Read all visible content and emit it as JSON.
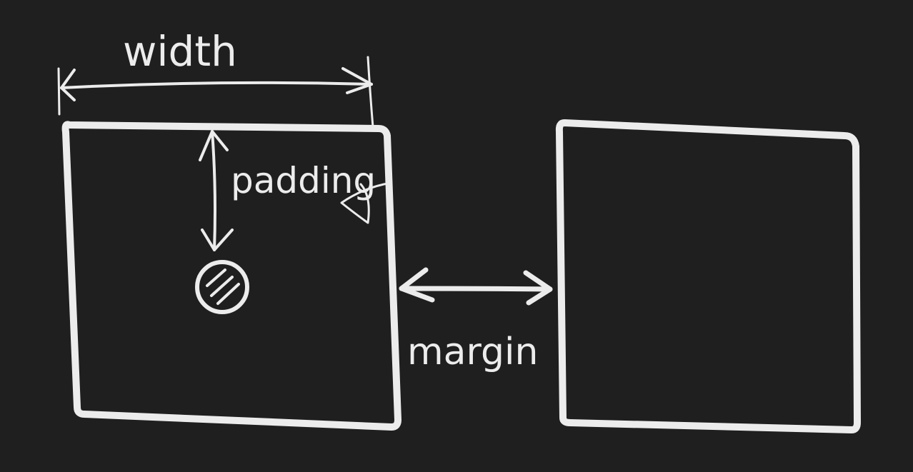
{
  "labels": {
    "width": "width",
    "padding": "padding",
    "margin": "margin"
  },
  "colors": {
    "background": "#1f1f1f",
    "stroke": "#ececec"
  }
}
